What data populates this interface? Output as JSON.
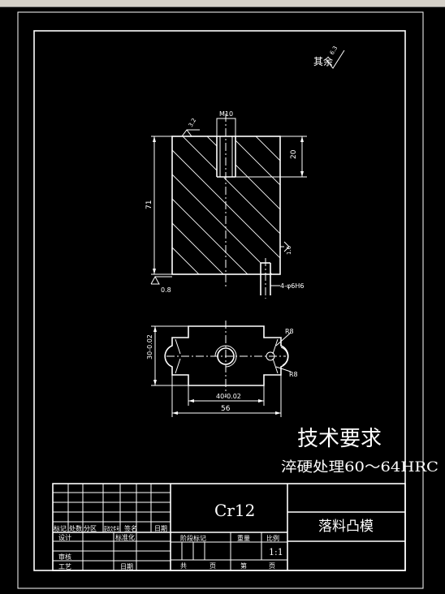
{
  "drawing": {
    "roughness_rest": "其余",
    "roughness_rest_value": "6.3",
    "roughness_top_value": "3.2",
    "thread_label": "M10",
    "dim_top_depth": "20",
    "dim_height": "71",
    "roughness_side_value": "1.6",
    "roughness_bottom_value": "0.8",
    "pin_label": "4-φ6H6",
    "radius_label_top": "R8",
    "radius_label_bottom": "R8",
    "dim_width_tol": "30-0.02",
    "dim_slot_width": "40-0.02",
    "dim_total_width": "56"
  },
  "notes": {
    "heading": "技术要求",
    "line1": "淬硬处理60～64HRC"
  },
  "title_block": {
    "material": "Cr12",
    "part_name": "落料凸模",
    "marking": "标记",
    "count": "处数",
    "zone": "分区",
    "change_doc": "更改文件号",
    "signature": "签名",
    "date": "日期",
    "design": "设计",
    "standardization": "标准化",
    "stage_marking": "阶段标记",
    "weight": "重量",
    "scale": "比例",
    "scale_value": "1:1",
    "review": "审核",
    "process": "工艺",
    "approve_date": "日期",
    "total": "共",
    "sheet1": "页",
    "of": "第",
    "sheet2": "页"
  }
}
